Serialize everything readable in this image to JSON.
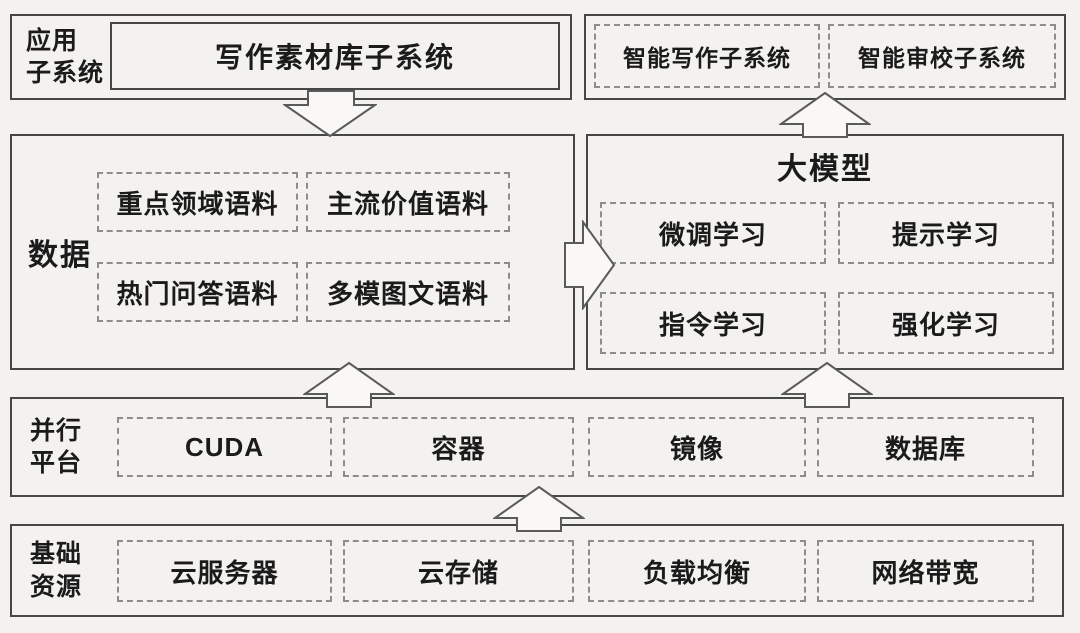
{
  "app_layer": {
    "label_lines": [
      "应用",
      "子系统"
    ],
    "main_box": "写作素材库子系统",
    "sub_boxes": [
      "智能写作子系统",
      "智能审校子系统"
    ]
  },
  "data_layer": {
    "label": "数据",
    "boxes": [
      "重点领域语料",
      "主流价值语料",
      "热门问答语料",
      "多模图文语料"
    ]
  },
  "model_layer": {
    "title": "大模型",
    "boxes": [
      "微调学习",
      "提示学习",
      "指令学习",
      "强化学习"
    ]
  },
  "platform_layer": {
    "label_lines": [
      "并行",
      "平台"
    ],
    "boxes": [
      "CUDA",
      "容器",
      "镜像",
      "数据库"
    ]
  },
  "resource_layer": {
    "label_lines": [
      "基础",
      "资源"
    ],
    "boxes": [
      "云服务器",
      "云存储",
      "负载均衡",
      "网络带宽"
    ]
  },
  "colors": {
    "background": "#f3f2ef",
    "solid_border": "#474747",
    "dashed_border": "#8d8d8d",
    "text": "#1b1b1b",
    "arrow_fill": "#f9f8f6",
    "arrow_stroke": "#5a5a5a"
  }
}
